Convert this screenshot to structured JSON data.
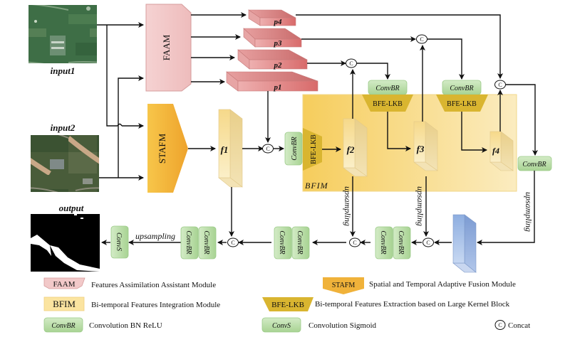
{
  "inputs": {
    "input1": "input1",
    "input2": "input2",
    "output": "output"
  },
  "modules": {
    "faam": "FAAM",
    "stafm": "STAFM",
    "bfim": "BFIM",
    "bfe_lkb": "BFE-LKB",
    "convbr": "ConvBR",
    "convs": "ConvS",
    "concat_symbol": "C"
  },
  "features": {
    "p": [
      "p4",
      "p3",
      "p2",
      "p1"
    ],
    "f": [
      "f1",
      "f2",
      "f3",
      "f4"
    ]
  },
  "operations": {
    "upsampling": "upsampling"
  },
  "legend": [
    {
      "symbol": "FAAM",
      "description": "Features Assimilation Assistant Module"
    },
    {
      "symbol": "STAFM",
      "description": "Spatial and Temporal Adaptive Fusion Module"
    },
    {
      "symbol": "BFIM",
      "description": "Bi-temporal  Features Integration Module"
    },
    {
      "symbol": "BFE-LKB",
      "description": "Bi-temporal Features Extraction based on Large Kernel Block"
    },
    {
      "symbol": "ConvBR",
      "description": "Convolution BN ReLU"
    },
    {
      "symbol": "ConvS",
      "description": "Convolution  Sigmoid"
    },
    {
      "symbol": "C",
      "description": "Concat"
    }
  ],
  "colors": {
    "faam": "#f2c9c9",
    "stafm": "#f0b23a",
    "bfim": "#f9dc86",
    "bfe_lkb": "#d9b530",
    "convbr": "#b9dcaa",
    "p_block": "#e08a8a",
    "f_block": "#f7e2a0",
    "decoder_block": "#9db8e4"
  }
}
